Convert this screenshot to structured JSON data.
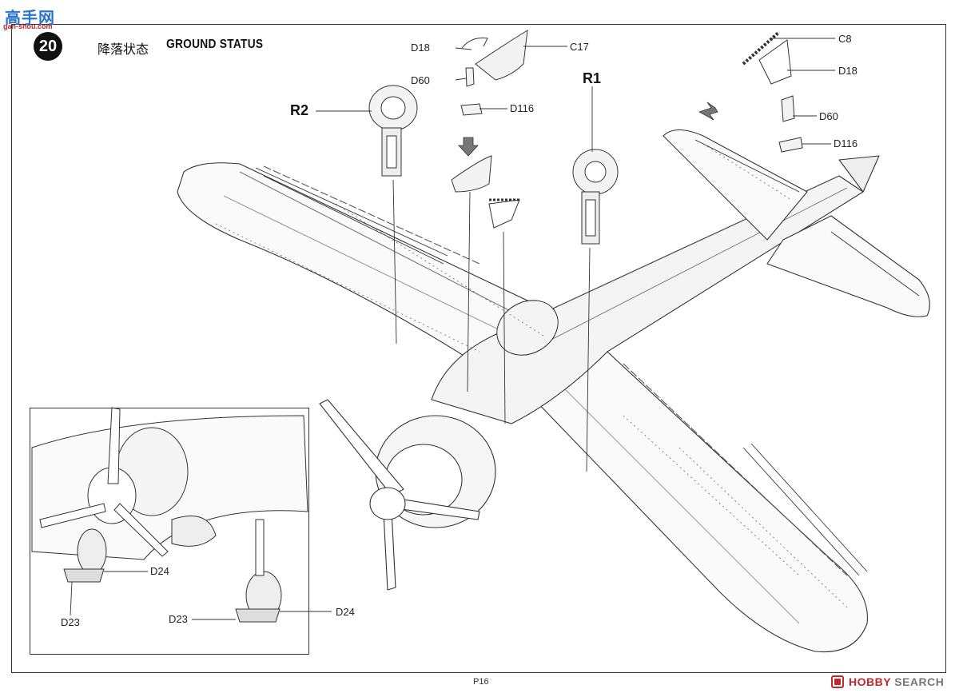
{
  "header": {
    "step_number": "20",
    "title_cn": "降落状态",
    "title_en": "GROUND STATUS"
  },
  "watermark_top": {
    "cn": "高手网",
    "url": "gan-shou.com"
  },
  "callouts": {
    "d18_top": "D18",
    "c17": "C17",
    "d60_top": "D60",
    "d116_top": "D116",
    "r2": "R2",
    "r1": "R1",
    "c8": "C8",
    "d18_right": "D18",
    "d60_right": "D60",
    "d116_right": "D116"
  },
  "inset": {
    "d24_a": "D24",
    "d23_a": "D23",
    "d23_b": "D23",
    "d24_b": "D24"
  },
  "footer": {
    "page": "P16",
    "watermark_hobby": "HOBBY",
    "watermark_search": "SEARCH"
  },
  "icons": {
    "arrow_center": "down-arrow-icon",
    "arrow_right": "down-left-arrow-icon"
  }
}
